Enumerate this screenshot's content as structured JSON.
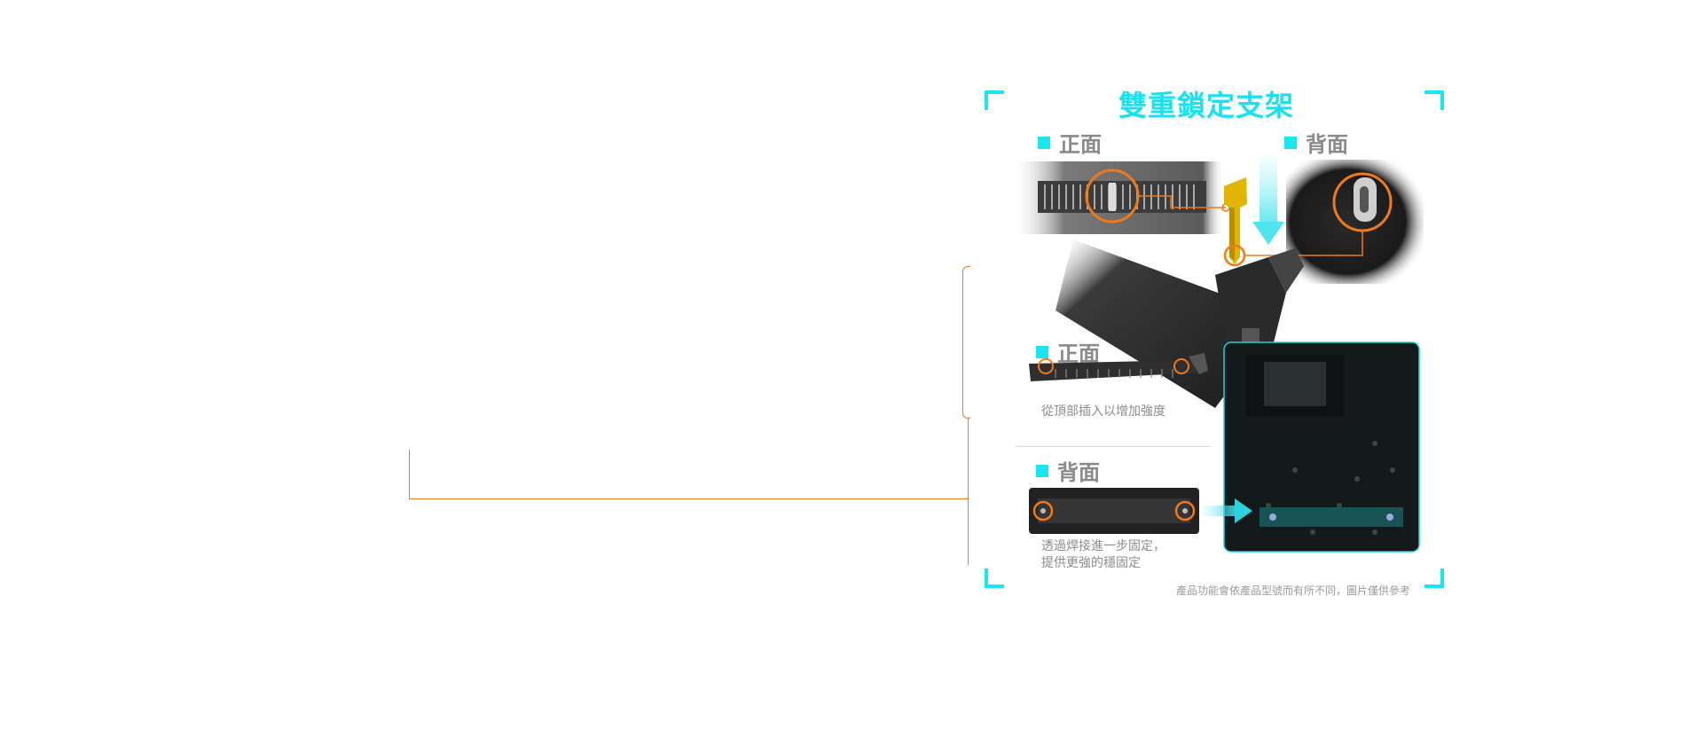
{
  "title": "雙重鎖定支架",
  "labels": {
    "front_top": "正面",
    "back_top": "背面",
    "front_mid": "正面",
    "back_bottom": "背面"
  },
  "captions": {
    "front": "從頂部插入以增加強度",
    "back_line1": "透過焊接進一步固定，",
    "back_line2": "提供更強的穩固定"
  },
  "footnote": "產品功能會依產品型號而有所不同，圖片僅供參考",
  "colors": {
    "accent_cyan": "#19e6ef",
    "accent_orange": "#f07a1a",
    "label_gray": "#8a8a8a",
    "latch_yellow": "#e0b400"
  }
}
